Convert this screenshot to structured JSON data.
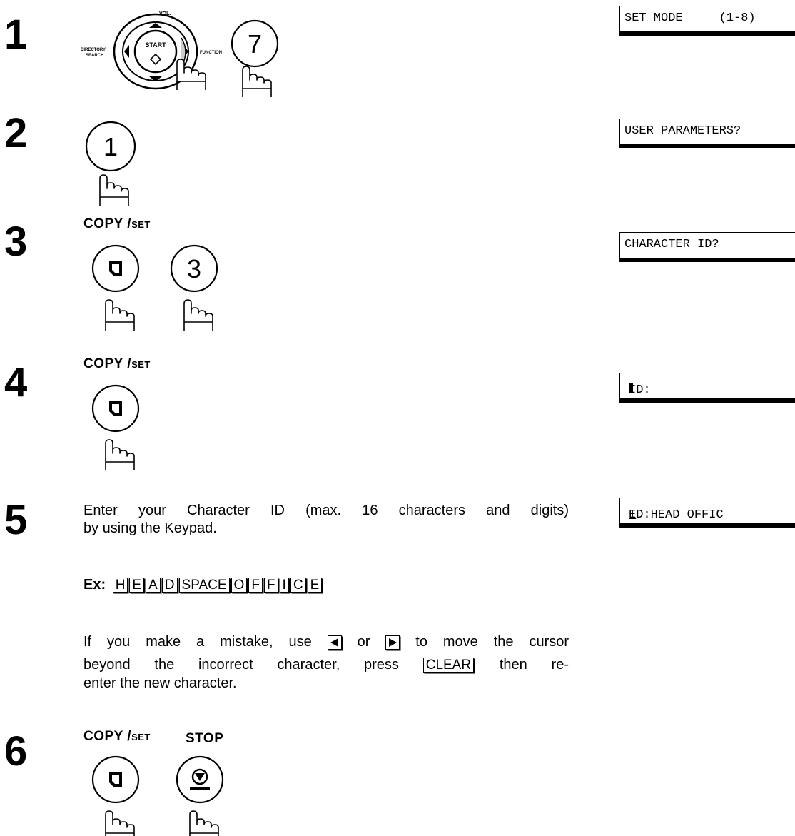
{
  "steps": [
    {
      "number": "1"
    },
    {
      "number": "2"
    },
    {
      "number": "3",
      "label_main": "COPY /",
      "label_small": "SET"
    },
    {
      "number": "4",
      "label_main": "COPY /",
      "label_small": "SET"
    },
    {
      "number": "5"
    },
    {
      "number": "6",
      "label_main": "COPY /",
      "label_small": "SET",
      "label_stop": "STOP"
    }
  ],
  "dial": {
    "vol": "VOL",
    "start": "START",
    "directory": "DIRECTORY",
    "search": "SEARCH",
    "function": "FUNCTION"
  },
  "keys": {
    "seven": "7",
    "one": "1",
    "three": "3"
  },
  "lcd": {
    "s1": "SET MODE     (1-8)",
    "s2": "USER PARAMETERS?",
    "s3": "CHARACTER ID?",
    "s4": "ID:",
    "s5": "ID:HEAD OFFIC",
    "s5_cursor_char": "E"
  },
  "step5": {
    "line1": "Enter your Character ID (max. 16 characters and digits)",
    "line2": "by using the Keypad.",
    "ex_label": "Ex:",
    "ex_keys": [
      "H",
      "E",
      "A",
      "D",
      "SPACE",
      "O",
      "F",
      "F",
      "I",
      "C",
      "E"
    ],
    "mistake_1": "If you make a mistake, use",
    "mistake_or": "or",
    "mistake_2": "to move the cursor",
    "mistake_3": "beyond the incorrect character, press",
    "clear_key": "CLEAR",
    "mistake_4": "then re-",
    "mistake_5": "enter the new character."
  }
}
